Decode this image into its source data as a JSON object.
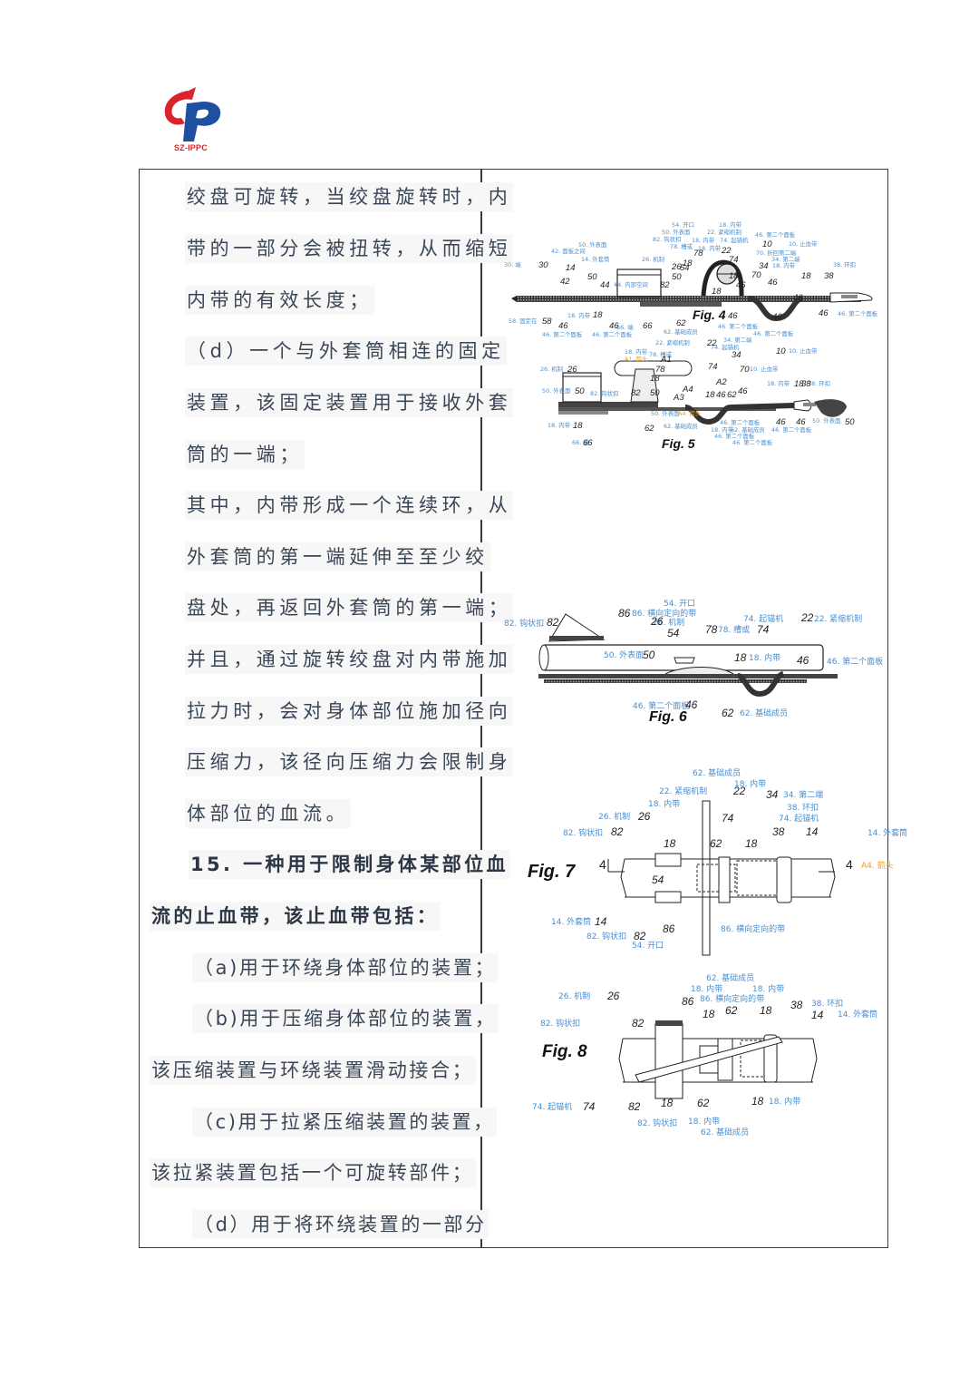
{
  "header": {
    "logo_text": "SZ-IPPC",
    "brand_colors": {
      "red": "#d9242b",
      "blue": "#1f4fa0"
    }
  },
  "left_column": {
    "lines": [
      "绞盘可旋转，当绞盘旋转时，内",
      "带的一部分会被扭转，从而缩短",
      "内带的有效长度；",
      "（d）一个与外套筒相连的固定",
      "装置，该固定装置用于接收外套",
      "筒的一端；",
      "其中，内带形成一个连续环，从",
      "外套筒的第一端延伸至至少绞",
      "盘处，再返回外套筒的第一端；",
      "并且，通过旋转绞盘对内带施加",
      "拉力时，会对身体部位施加径向",
      "压缩力，该径向压缩力会限制身",
      "体部位的血流。",
      "15. 一种用于限制身体某部位血",
      "流的止血带，该止血带包括：",
      "（a)用于环绕身体部位的装置；",
      "（b)用于压缩身体部位的装置，",
      "该压缩装置与环绕装置滑动接合；",
      "（c)用于拉紧压缩装置的装置，",
      "该拉紧装置包括一个可旋转部件；",
      "（d）用于将环绕装置的一部分"
    ]
  },
  "figures": {
    "fig4": {
      "title": "Fig. 4",
      "labels": [
        "54. 开口",
        "18. 内带",
        "50. 外表面",
        "22. 紧缩机制",
        "82. 钩状扣",
        "18. 内带",
        "74. 起锚机",
        "46. 第二个面板",
        "10. 止血带",
        "78. 槽或",
        "70. 折回第二端",
        "18. 内带",
        "34. 第二端",
        "50. 外表面",
        "42. 面板之间",
        "26. 机制",
        "14. 外套筒",
        "18. 内带",
        "38. 环扣",
        "30. 端",
        "44. 内部空间",
        "18. 内带",
        "58. 固定在",
        "46. 第二个面板",
        "46. 第二个面板",
        "46. 第二个面板",
        "66. 端",
        "62. 基础成员",
        "46. 第二个面板",
        "46. 第二个面板"
      ],
      "numbers": [
        "30",
        "14",
        "42",
        "50",
        "44",
        "26",
        "82",
        "50",
        "54",
        "78",
        "18",
        "22",
        "74",
        "18",
        "18",
        "10",
        "34",
        "70",
        "18",
        "38",
        "46",
        "46",
        "46",
        "58",
        "46",
        "18",
        "46",
        "66",
        "62",
        "46",
        "46",
        "46"
      ]
    },
    "fig5": {
      "title": "Fig. 5",
      "labels": [
        "22. 紧缩机制",
        "34. 第二端",
        "18. 内带",
        "74. 起锚机",
        "78. 槽或",
        "10. 止血带",
        "A1. 箭头",
        "26. 机制",
        "10. 止血带",
        "18. 内带",
        "38. 环扣",
        "50. 外表面",
        "82. 钩状扣",
        "50. 外表面",
        "A4. 箭头",
        "46. 第二个面板",
        "18. 内带",
        "62. 基础成员",
        "46. 第二个面板",
        "46. 第二个面板",
        "50. 外表面",
        "62. 基础成员",
        "18. 内带",
        "66. 端",
        "46. 第二个面板"
      ],
      "numbers": [
        "22",
        "A1",
        "34",
        "74",
        "78",
        "10",
        "70",
        "A2",
        "26",
        "18",
        "50",
        "82",
        "50",
        "A3",
        "A4",
        "18",
        "46",
        "62",
        "46",
        "18",
        "38",
        "46",
        "46",
        "50",
        "18",
        "62",
        "66"
      ]
    },
    "fig6": {
      "title": "Fig. 6",
      "labels": [
        "54. 开口",
        "82. 钩状扣",
        "86. 横向定向的带",
        "26. 机制",
        "74. 起锚机",
        "22. 紧缩机制",
        "78. 槽或",
        "50. 外表面",
        "18. 内带",
        "46. 第二个面板",
        "46. 第二个面板",
        "62. 基础成员"
      ],
      "numbers": [
        "82",
        "86",
        "26",
        "54",
        "78",
        "74",
        "22",
        "50",
        "18",
        "46",
        "46",
        "62"
      ]
    },
    "fig7": {
      "title": "Fig. 7",
      "labels": [
        "62. 基础成员",
        "18. 内带",
        "22. 紧缩机制",
        "34. 第二端",
        "18. 内带",
        "38. 环扣",
        "26. 机制",
        "74. 起锚机",
        "82. 钩状扣",
        "14. 外套筒",
        "A4. 箭头",
        "14. 外套筒",
        "86. 横向定向的带",
        "82. 钩状扣",
        "54. 开口"
      ],
      "numbers": [
        "22",
        "34",
        "26",
        "74",
        "82",
        "18",
        "62",
        "18",
        "38",
        "14",
        "4",
        "4",
        "54",
        "14",
        "86",
        "82"
      ]
    },
    "fig8": {
      "title": "Fig. 8",
      "labels": [
        "62. 基础成员",
        "18. 内带",
        "18. 内带",
        "26. 机制",
        "86. 横向定向的带",
        "38. 环扣",
        "82. 钩状扣",
        "14. 外套筒",
        "74. 起锚机",
        "18. 内带",
        "82. 钩状扣",
        "18. 内带",
        "62. 基础成员"
      ],
      "numbers": [
        "26",
        "86",
        "82",
        "18",
        "62",
        "18",
        "38",
        "14",
        "74",
        "82",
        "18",
        "62",
        "18"
      ]
    }
  }
}
